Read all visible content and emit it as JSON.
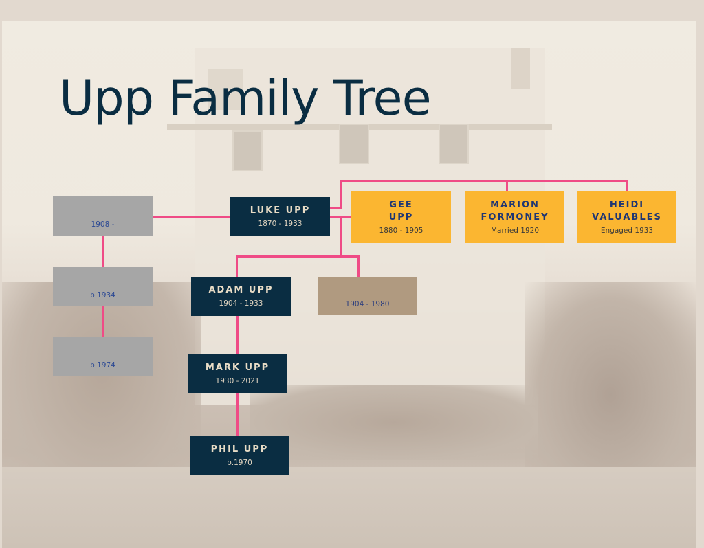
{
  "title": "Upp Family Tree",
  "colors": {
    "title": "#0a2d42",
    "connector": "#ef4b86",
    "main_line_box": "#0a2d42",
    "spouse_box": "#fbb631",
    "unnamed_box": "#a6a6a6",
    "unnamed_spouse_box": "#b09a80"
  },
  "people": {
    "luke": {
      "name": "LUKE UPP",
      "dates": "1870 - 1933"
    },
    "gee": {
      "name_line1": "GEE",
      "name_line2": "UPP",
      "dates": "1880 - 1905"
    },
    "marion": {
      "name_line1": "MARION",
      "name_line2": "FORMONEY",
      "dates": "Married 1920"
    },
    "heidi": {
      "name_line1": "HEIDI",
      "name_line2": "VALUABLES",
      "dates": "Engaged 1933"
    },
    "adam": {
      "name": "ADAM UPP",
      "dates": "1904 - 1933"
    },
    "adam_sibling": {
      "name": "",
      "dates": "1904 - 1980"
    },
    "mark": {
      "name": "MARK UPP",
      "dates": "1930 - 2021"
    },
    "phil": {
      "name": "PHIL UPP",
      "dates": "b.1970"
    },
    "unknown_1908": {
      "name": "",
      "dates": "1908 -"
    },
    "unknown_1934": {
      "name": "",
      "dates": "b 1934"
    },
    "unknown_1974": {
      "name": "",
      "dates": "b 1974"
    }
  }
}
